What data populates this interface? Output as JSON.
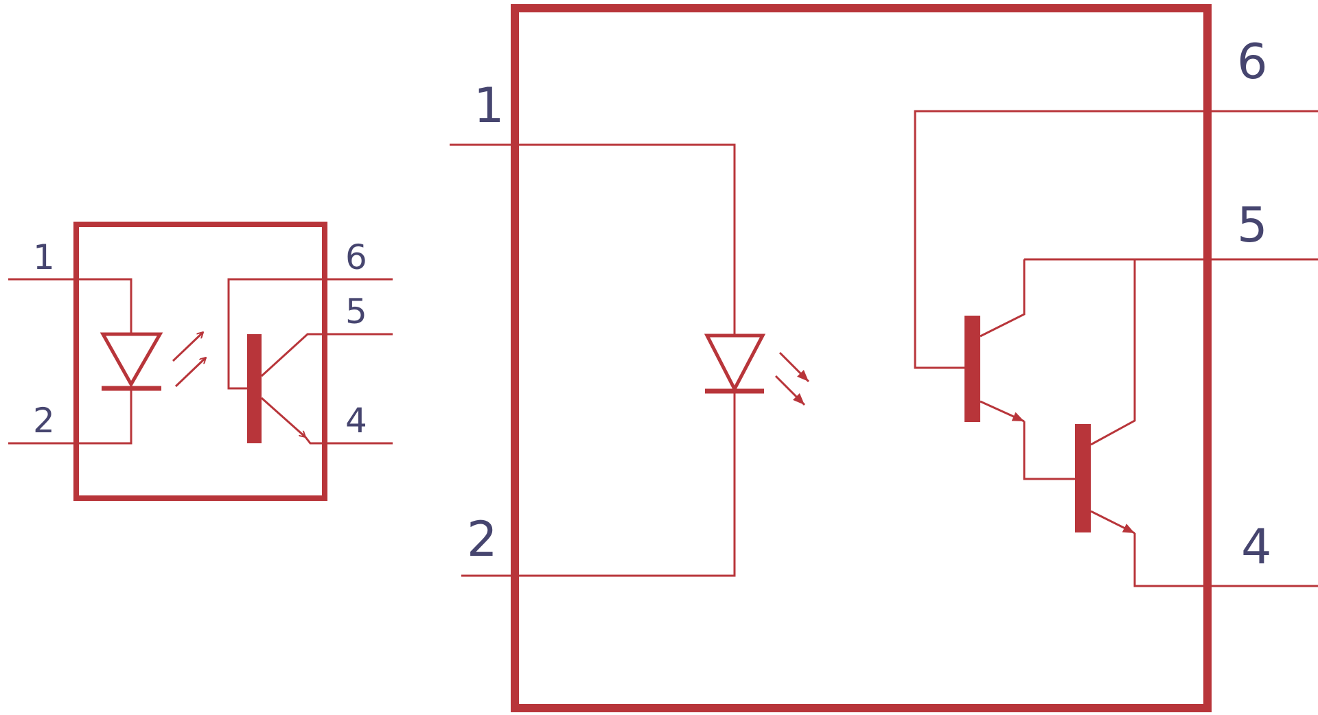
{
  "colors": {
    "line": "#b8353a",
    "label": "#46456f",
    "background": "#ffffff"
  },
  "small_symbol": {
    "pins": {
      "p1": "1",
      "p2": "2",
      "p4": "4",
      "p5": "5",
      "p6": "6"
    }
  },
  "large_symbol": {
    "pins": {
      "p1": "1",
      "p2": "2",
      "p4": "4",
      "p5": "5",
      "p6": "6"
    }
  }
}
